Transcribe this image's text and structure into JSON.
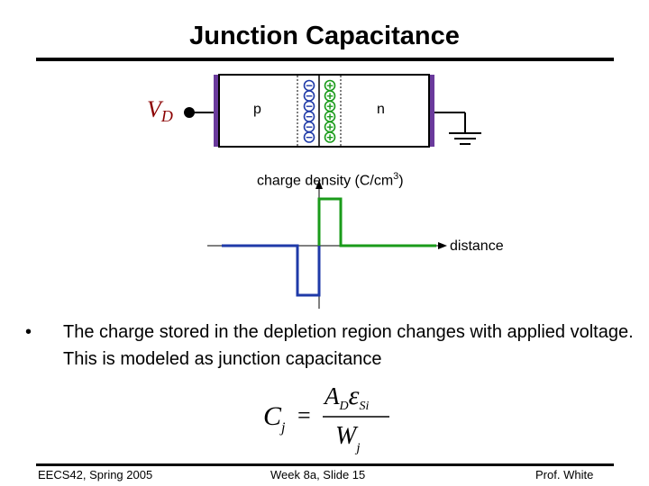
{
  "slide": {
    "title": "Junction Capacitance",
    "bullet": "The charge stored in the depletion region changes with applied voltage.  This is modeled as junction capacitance"
  },
  "diagram": {
    "voltage_label": "V",
    "voltage_subscript": "D",
    "p_label": "p",
    "n_label": "n",
    "minus_sign": "−",
    "plus_sign": "+",
    "charge_signs_per_side": 6,
    "colors": {
      "p_charge": "#1f3aa8",
      "n_charge": "#1a9b1a",
      "contact": "#6a3a9c",
      "voltage_label": "#8b0000"
    }
  },
  "plot": {
    "ylabel_prefix": "charge density (C/cm",
    "ylabel_sup": "3",
    "ylabel_suffix": ")",
    "xlabel": "distance",
    "colors": {
      "negative": "#1f3aa8",
      "positive": "#1a9b1a"
    }
  },
  "equation": {
    "lhs": "C",
    "lhs_sub": "j",
    "equals": "=",
    "num_a": "A",
    "num_a_sub": "D",
    "num_eps": "ε",
    "num_eps_sub": "Si",
    "den": "W",
    "den_sub": "j"
  },
  "footer": {
    "left": "EECS42, Spring 2005",
    "center": "Week 8a, Slide 15",
    "right": "Prof. White"
  }
}
